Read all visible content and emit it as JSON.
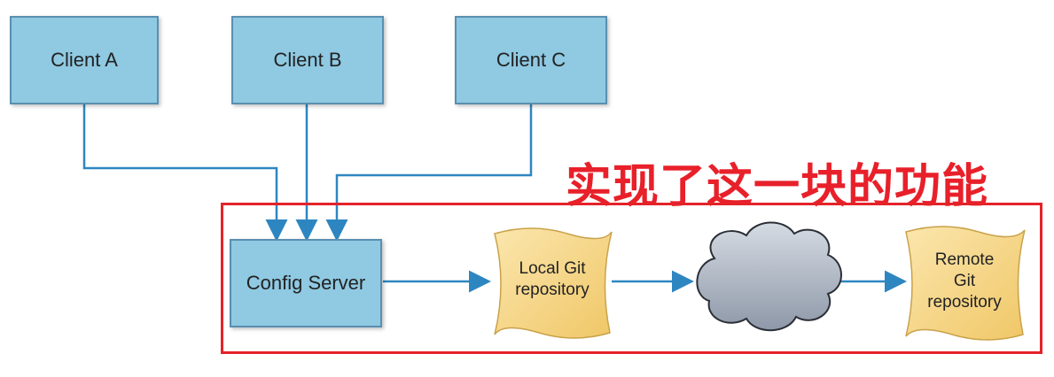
{
  "clients": [
    {
      "label": "Client A"
    },
    {
      "label": "Client B"
    },
    {
      "label": "Client C"
    }
  ],
  "config_server": {
    "label": "Config Server"
  },
  "local_repo": {
    "line1": "Local Git",
    "line2": "repository"
  },
  "remote_repo": {
    "line1": "Remote",
    "line2": "Git",
    "line3": "repository"
  },
  "annotation": {
    "text": "实现了这一块的功能"
  },
  "colors": {
    "box_fill": "#8fc9e2",
    "box_border": "#5a8fb0",
    "arrow": "#2e86c1",
    "repo_fill": "#f5d78e",
    "cloud_fill": "#aab3c0",
    "highlight": "#e42329"
  }
}
